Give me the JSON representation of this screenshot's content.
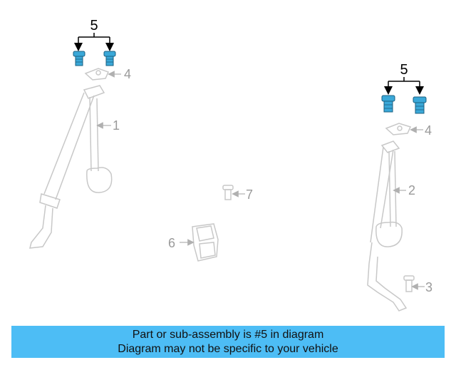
{
  "callouts": {
    "left_group": "5",
    "right_group": "5",
    "p1": "1",
    "p2": "2",
    "p3": "3",
    "p4_left": "4",
    "p4_right": "4",
    "p6": "6",
    "p7": "7"
  },
  "banner": {
    "line1": "Part or sub-assembly is #5 in diagram",
    "line2": "Diagram may not be specific to your vehicle"
  },
  "colors": {
    "highlight": "#3aa8d8",
    "banner": "#4dbdf5",
    "outline": "#c8c8c8",
    "label_gray": "#9a9a9a"
  }
}
